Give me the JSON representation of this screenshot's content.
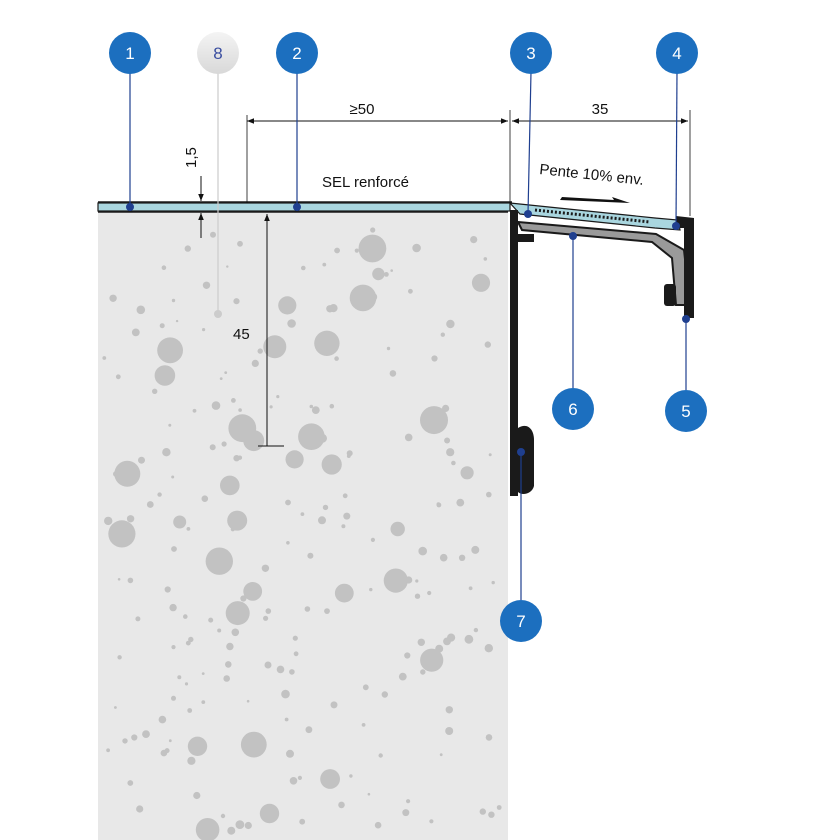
{
  "diagram": {
    "colors": {
      "badge": "#1c6fbf",
      "badge_ghost": "#e6e6e6",
      "leader": "#1f3f8f",
      "leader_ghost": "#cccccc",
      "concrete": "#e8e8e8",
      "aggregate": "#c2c2c2",
      "membrane": "#a9d6df",
      "profile": "#1a1a1a"
    },
    "callouts": [
      {
        "id": "1",
        "label": "1",
        "ghost": false
      },
      {
        "id": "8",
        "label": "8",
        "ghost": true
      },
      {
        "id": "2",
        "label": "2",
        "ghost": false
      },
      {
        "id": "3",
        "label": "3",
        "ghost": false
      },
      {
        "id": "4",
        "label": "4",
        "ghost": false
      },
      {
        "id": "6",
        "label": "6",
        "ghost": false
      },
      {
        "id": "5",
        "label": "5",
        "ghost": false
      },
      {
        "id": "7",
        "label": "7",
        "ghost": false
      }
    ],
    "dimensions": {
      "overlap": "≥50",
      "edge_width": "35",
      "thickness": "1,5",
      "height": "45"
    },
    "labels": {
      "membrane": "SEL renforcé",
      "slope": "Pente 10% env."
    }
  }
}
